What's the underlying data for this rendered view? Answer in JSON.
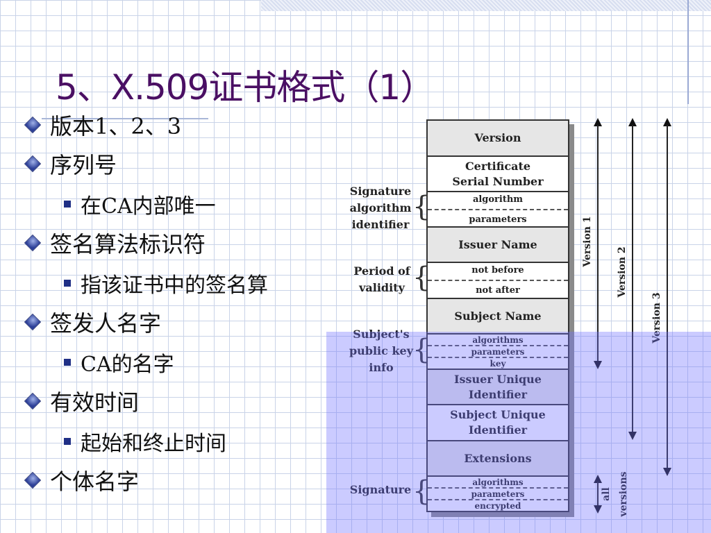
{
  "slide": {
    "title": "5、X.509证书格式（1）",
    "bullets": [
      {
        "level": 1,
        "text": "版本1、2、3"
      },
      {
        "level": 1,
        "text": "序列号"
      },
      {
        "level": 2,
        "text": "在CA内部唯一"
      },
      {
        "level": 1,
        "text": "签名算法标识符"
      },
      {
        "level": 2,
        "text": "指该证书中的签名算"
      },
      {
        "level": 1,
        "text": "签发人名字"
      },
      {
        "level": 2,
        "text": "CA的名字"
      },
      {
        "level": 1,
        "text": "有效时间"
      },
      {
        "level": 2,
        "text": "起始和终止时间"
      },
      {
        "level": 1,
        "text": "个体名字"
      }
    ]
  },
  "diagram": {
    "fields": {
      "version": "Version",
      "serial_1": "Certificate",
      "serial_2": "Serial Number",
      "sig_alg_algorithm": "algorithm",
      "sig_alg_parameters": "parameters",
      "issuer_name": "Issuer Name",
      "not_before": "not before",
      "not_after": "not after",
      "subject_name": "Subject Name",
      "pk_algorithms": "algorithms",
      "pk_parameters": "parameters",
      "pk_key": "key",
      "issuer_uid_1": "Issuer Unique",
      "issuer_uid_2": "Identifier",
      "subject_uid_1": "Subject Unique",
      "subject_uid_2": "Identifier",
      "extensions": "Extensions",
      "sig_algorithms": "algorithms",
      "sig_parameters": "parameters",
      "sig_encrypted": "encrypted"
    },
    "side_labels": {
      "sig_alg_1": "Signature",
      "sig_alg_2": "algorithm",
      "sig_alg_3": "identifier",
      "validity_1": "Period of",
      "validity_2": "validity",
      "pubkey_1": "Subject's",
      "pubkey_2": "public key",
      "pubkey_3": "info",
      "signature": "Signature"
    },
    "version_labels": {
      "v1": "Version 1",
      "v2": "Version 2",
      "v3": "Version 3",
      "all_1": "all",
      "all_2": "versions"
    }
  },
  "colors": {
    "title": "#4a0f63",
    "overlay": "#6e6eff",
    "bullet_diamond": "#2c3f97"
  }
}
